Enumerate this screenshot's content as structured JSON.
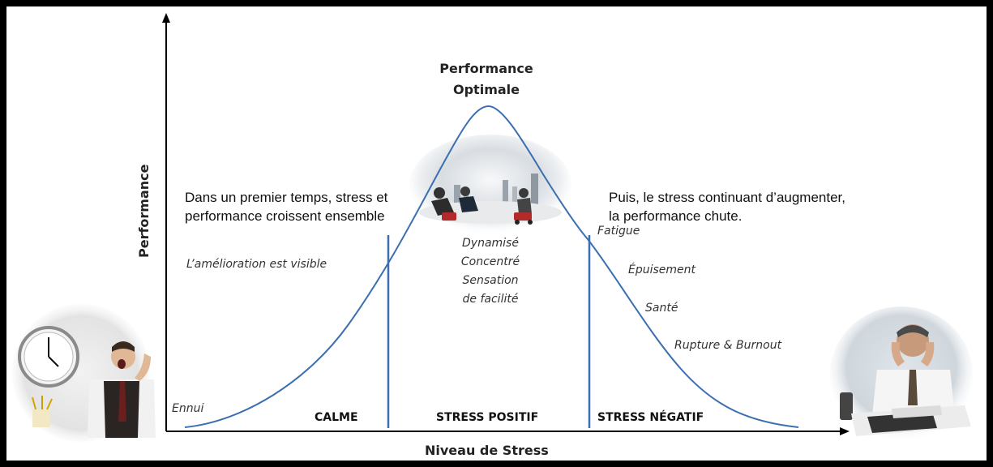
{
  "axes": {
    "y_title": "Performance",
    "x_title": "Niveau de Stress"
  },
  "peak": {
    "line1": "Performance",
    "line2": "Optimale"
  },
  "left_text": {
    "line1": "Dans un premier temps, stress et",
    "line2": "performance croissent ensemble"
  },
  "right_text": {
    "line1": "Puis, le stress continuant d’augmenter,",
    "line2": "la performance chute."
  },
  "annotations": {
    "ennui": "Ennui",
    "amelioration": "L’amélioration est visible",
    "center": [
      "Dynamisé",
      "Concentré",
      "Sensation",
      "de facilité"
    ],
    "fatigue": "Fatigue",
    "epuisement": "Épuisement",
    "sante": "Santé",
    "rupture": "Rupture & Burnout"
  },
  "zones": {
    "calme": "CALME",
    "positif": "STRESS POSITIF",
    "negatif": "STRESS NÉGATIF"
  },
  "illustrations": {
    "left": "bored-man-clock-icon",
    "center": "business-race-icon",
    "right": "stressed-man-desk-icon"
  },
  "colors": {
    "curve": "#3b6fb0",
    "axis": "#000000"
  }
}
